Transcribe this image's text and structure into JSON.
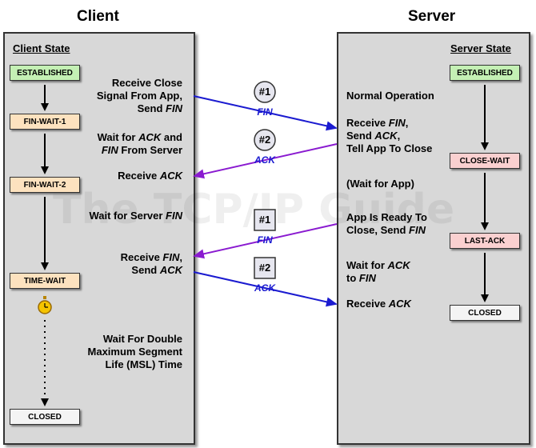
{
  "titles": {
    "client": "Client",
    "server": "Server"
  },
  "client": {
    "header": "Client State",
    "states": [
      "ESTABLISHED",
      "FIN-WAIT-1",
      "FIN-WAIT-2",
      "TIME-WAIT",
      "CLOSED"
    ],
    "texts": {
      "receive_close": "Receive Close",
      "signal_from_app": "Signal From App,",
      "send_fin_prefix": "Send ",
      "fin": "FIN",
      "wait_for_prefix": "Wait for ",
      "ack": "ACK",
      "and": " and",
      "from_server": " From Server",
      "receive_prefix": "Receive ",
      "wait_server_fin_prefix": "Wait for Server ",
      "receive_fin_prefix": "Receive ",
      "comma": ",",
      "send_ack_prefix": "Send ",
      "wait_double": "Wait For Double",
      "max_segment": "Maximum Segment",
      "life_msl": "Life (MSL) Time"
    }
  },
  "server": {
    "header": "Server State",
    "states": [
      "ESTABLISHED",
      "CLOSE-WAIT",
      "LAST-ACK",
      "CLOSED"
    ],
    "texts": {
      "normal_op": "Normal Operation",
      "receive_prefix": "Receive ",
      "fin": "FIN",
      "ack": "ACK",
      "comma": ",",
      "send_prefix": "Send ",
      "tell_app": "Tell App To Close",
      "wait_app": "(Wait for App)",
      "app_ready": "App Is Ready To",
      "close_send_prefix": "Close, Send ",
      "wait_for_prefix": "Wait for ",
      "to_prefix": "to "
    }
  },
  "messages": [
    {
      "num": "#1",
      "label": "FIN",
      "shape": "circle",
      "color": "#1b1bd0"
    },
    {
      "num": "#2",
      "label": "ACK",
      "shape": "circle",
      "color": "#8a1bd0"
    },
    {
      "num": "#1",
      "label": "FIN",
      "shape": "square",
      "color": "#8a1bd0"
    },
    {
      "num": "#2",
      "label": "ACK",
      "shape": "square",
      "color": "#1b1bd0"
    }
  ],
  "watermark": "The TCP/IP Guide",
  "colors": {
    "blue_arrow": "#1b1bd0",
    "purple_arrow": "#8a1bd0",
    "panel": "#d8d8d8"
  }
}
